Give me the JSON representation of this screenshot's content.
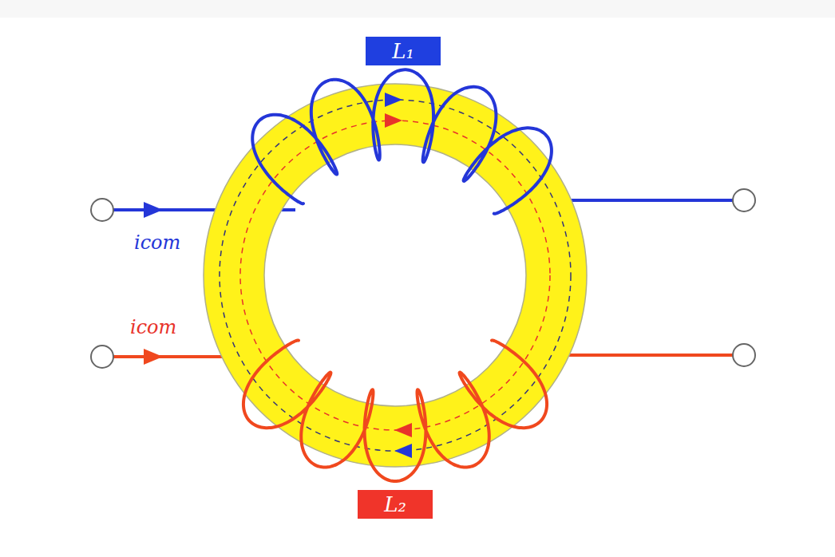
{
  "diagram": {
    "nodes": [
      {
        "text": [
          "L₁"
        ]
      },
      {
        "text": [
          "L₂"
        ]
      }
    ],
    "labels": [
      "icom",
      "icom"
    ]
  }
}
